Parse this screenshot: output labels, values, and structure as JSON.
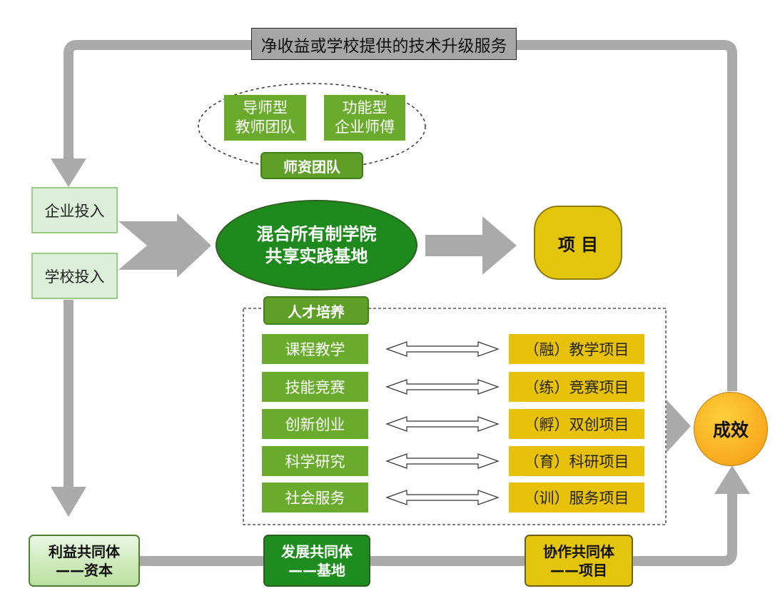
{
  "top_feedback_label": "净收益或学校提供的技术升级服务",
  "teacher_team": {
    "mentor": [
      "导师型",
      "教师团队"
    ],
    "functional": [
      "功能型",
      "企业师傅"
    ],
    "tag": "师资团队"
  },
  "inputs": {
    "enterprise": "企业投入",
    "school": "学校投入"
  },
  "core": [
    "混合所有制学院",
    "共享实践基地"
  ],
  "project": "项 目",
  "talent": {
    "tag": "人才培养",
    "activities": [
      "课程教学",
      "技能竞赛",
      "创新创业",
      "科学研究",
      "社会服务"
    ],
    "results": [
      "（融）教学项目",
      "（练）竞赛项目",
      "（孵）双创项目",
      "（育）科研项目",
      "（训）服务项目"
    ]
  },
  "effect": "成效",
  "communities": [
    [
      "利益共同体",
      "——资本"
    ],
    [
      "发展共同体",
      "——基地"
    ],
    [
      "协作共同体",
      "——项目"
    ]
  ],
  "colors": {
    "connector_gray": "#aaaaaa",
    "green": "#6aab2e",
    "dark_green": "#1e8a1e",
    "yellow": "#e3c50c",
    "orange": "#f39a10",
    "light_green": "#dcefd9"
  }
}
